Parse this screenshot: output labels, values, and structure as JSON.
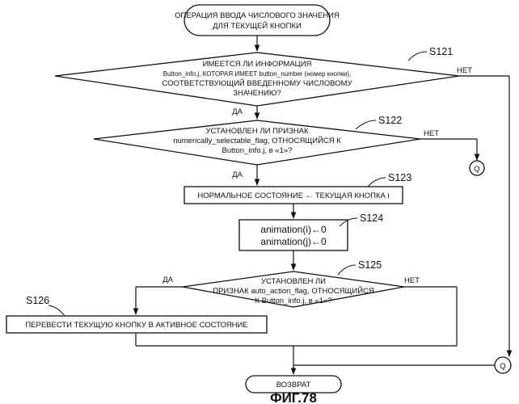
{
  "figure_label": "ФИГ.78",
  "start": {
    "line1": "ОПЕРАЦИЯ ВВОДА ЧИСЛОВОГО ЗНАЧЕНИЯ",
    "line2": "ДЛЯ ТЕКУЩЕЙ КНОПКИ"
  },
  "s121": {
    "step": "S121",
    "line1": "ИМЕЕТСЯ ЛИ ИНФОРМАЦИЯ",
    "line2": "Button_info.j, КОТОРАЯ ИМЕЕТ button_number (номер кнопки),",
    "line3": "СООТВЕТСТВУЮЩИЙ ВВЕДЕННОМУ ЧИСЛОВОМУ",
    "line4": "ЗНАЧЕНИЮ?",
    "yes": "ДА",
    "no": "НЕТ"
  },
  "s122": {
    "step": "S122",
    "line1": "УСТАНОВЛЕН ЛИ ПРИЗНАК",
    "line2": "numerically_selectable_flag, ОТНОСЯЩИЙСЯ К",
    "line3": "Button_info.j, в «1»?",
    "yes": "ДА",
    "no": "НЕТ"
  },
  "s123": {
    "step": "S123",
    "text": "НОРМАЛЬНОЕ СОСТОЯНИЕ  ←  ТЕКУЩАЯ КНОПКА i"
  },
  "s124": {
    "step": "S124",
    "line1": "animation(i)←0",
    "line2": "animation(j)←0"
  },
  "s125": {
    "step": "S125",
    "line1": "УСТАНОВЛЕН ЛИ",
    "line2": "ПРИЗНАК auto_action_flag, ОТНОСЯЩИЙСЯ",
    "line3": "К Button_info.j, в «1»?",
    "yes": "ДА",
    "no": "НЕТ"
  },
  "s126": {
    "step": "S126",
    "text": "ПЕРЕВЕСТИ ТЕКУЩУЮ КНОПКУ В АКТИВНОЕ СОСТОЯНИЕ"
  },
  "connector": "Q",
  "end": "ВОЗВРАТ"
}
